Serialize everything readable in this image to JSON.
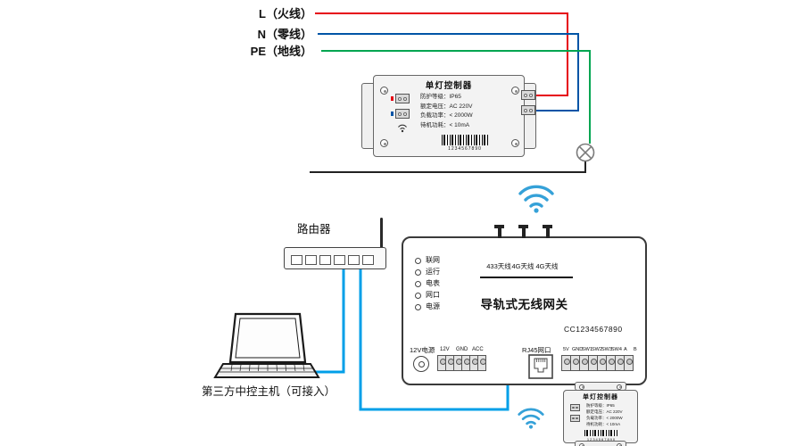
{
  "wiring": {
    "live_label": "L（火线）",
    "neutral_label": "N（零线）",
    "earth_label": "PE（地线）"
  },
  "lamp_controller": {
    "title": "单灯控制器",
    "specs": [
      "防护等级：IP65",
      "额定电压：AC 220V",
      "负载功率：< 2000W",
      "待机功耗：< 10mA"
    ],
    "barcode_number": "1234567890"
  },
  "router": {
    "label": "路由器"
  },
  "laptop": {
    "label": "第三方中控主机（可接入）"
  },
  "gateway": {
    "title": "导轨式无线网关",
    "serial": "CC1234567890",
    "indicators": [
      "联网",
      "运行",
      "电表",
      "网口",
      "电源"
    ],
    "antenna_labels": [
      "433天线",
      "4G天线",
      "4G天线"
    ],
    "power_label": "12V电源",
    "left_terminal_labels": [
      "12V",
      "GND",
      "ACC"
    ],
    "rj45_label": "RJ45网口",
    "right_terminal_labels": [
      "5V",
      "GND",
      "SW1",
      "SW2",
      "SW3",
      "SW4",
      "A",
      "B"
    ]
  },
  "mini_lamp_controller": {
    "title": "单灯控制器",
    "specs": [
      "防护等级：IP65",
      "额定电压：AC 220V",
      "负载功率：< 2000W",
      "待机功耗：< 10mA"
    ],
    "barcode_number": "1234567890"
  },
  "colors": {
    "live_wire": "#e60012",
    "neutral_wire": "#0054a6",
    "earth_wire": "#00a551",
    "ethernet_cable": "#009fe8",
    "wifi_blue": "#35a1d8"
  }
}
